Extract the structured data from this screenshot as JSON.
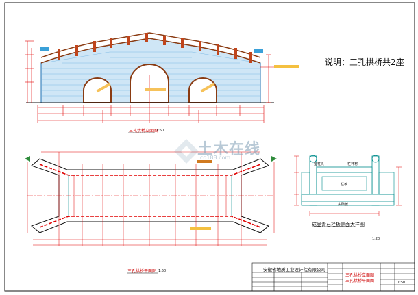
{
  "note": "说明：三孔拱桥共2座",
  "elevation_title": "三孔拱桥立面图",
  "elevation_scale": "1:50",
  "plan_title": "三孔拱桥平面图",
  "plan_scale": "1:50",
  "section_title": "成品青石栏板侧面大样图",
  "section_scale": "1:20",
  "watermark": "土木在线",
  "watermark_sub": "co188.com",
  "section_labels": {
    "top_left": "望柱头",
    "top_right": "栏杆材",
    "middle": "栏板",
    "bottom": "实础板"
  },
  "title_block": {
    "company": "安徽省地质工业设计院有限公司",
    "drawing_name_1": "三孔拱桥立面图",
    "drawing_name_2": "三孔拱桥平面图",
    "scale_value": "1:50"
  },
  "colors": {
    "red": "#e00000",
    "cyan": "#008c8c",
    "brick": "#4a9fd6",
    "green": "#2f8c3c",
    "orange": "#d07a20"
  }
}
